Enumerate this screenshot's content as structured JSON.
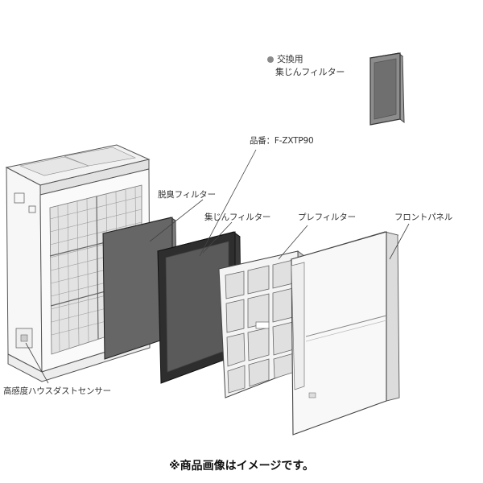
{
  "replacement": {
    "line1": "交換用",
    "line2": "集じんフィルター"
  },
  "labels": {
    "model_number": "品番：F-ZXTP90",
    "deodorizing_filter": "脱臭フィルター",
    "dust_filter": "集じんフィルター",
    "pre_filter": "プレフィルター",
    "front_panel": "フロントパネル",
    "dust_sensor": "高感度ハウスダストセンサー"
  },
  "footer_note": "※商品画像はイメージです。",
  "colors": {
    "bullet": "#8a8a8a",
    "dark_filter": "#555555",
    "mid_filter": "#666666",
    "line": "#444444"
  }
}
